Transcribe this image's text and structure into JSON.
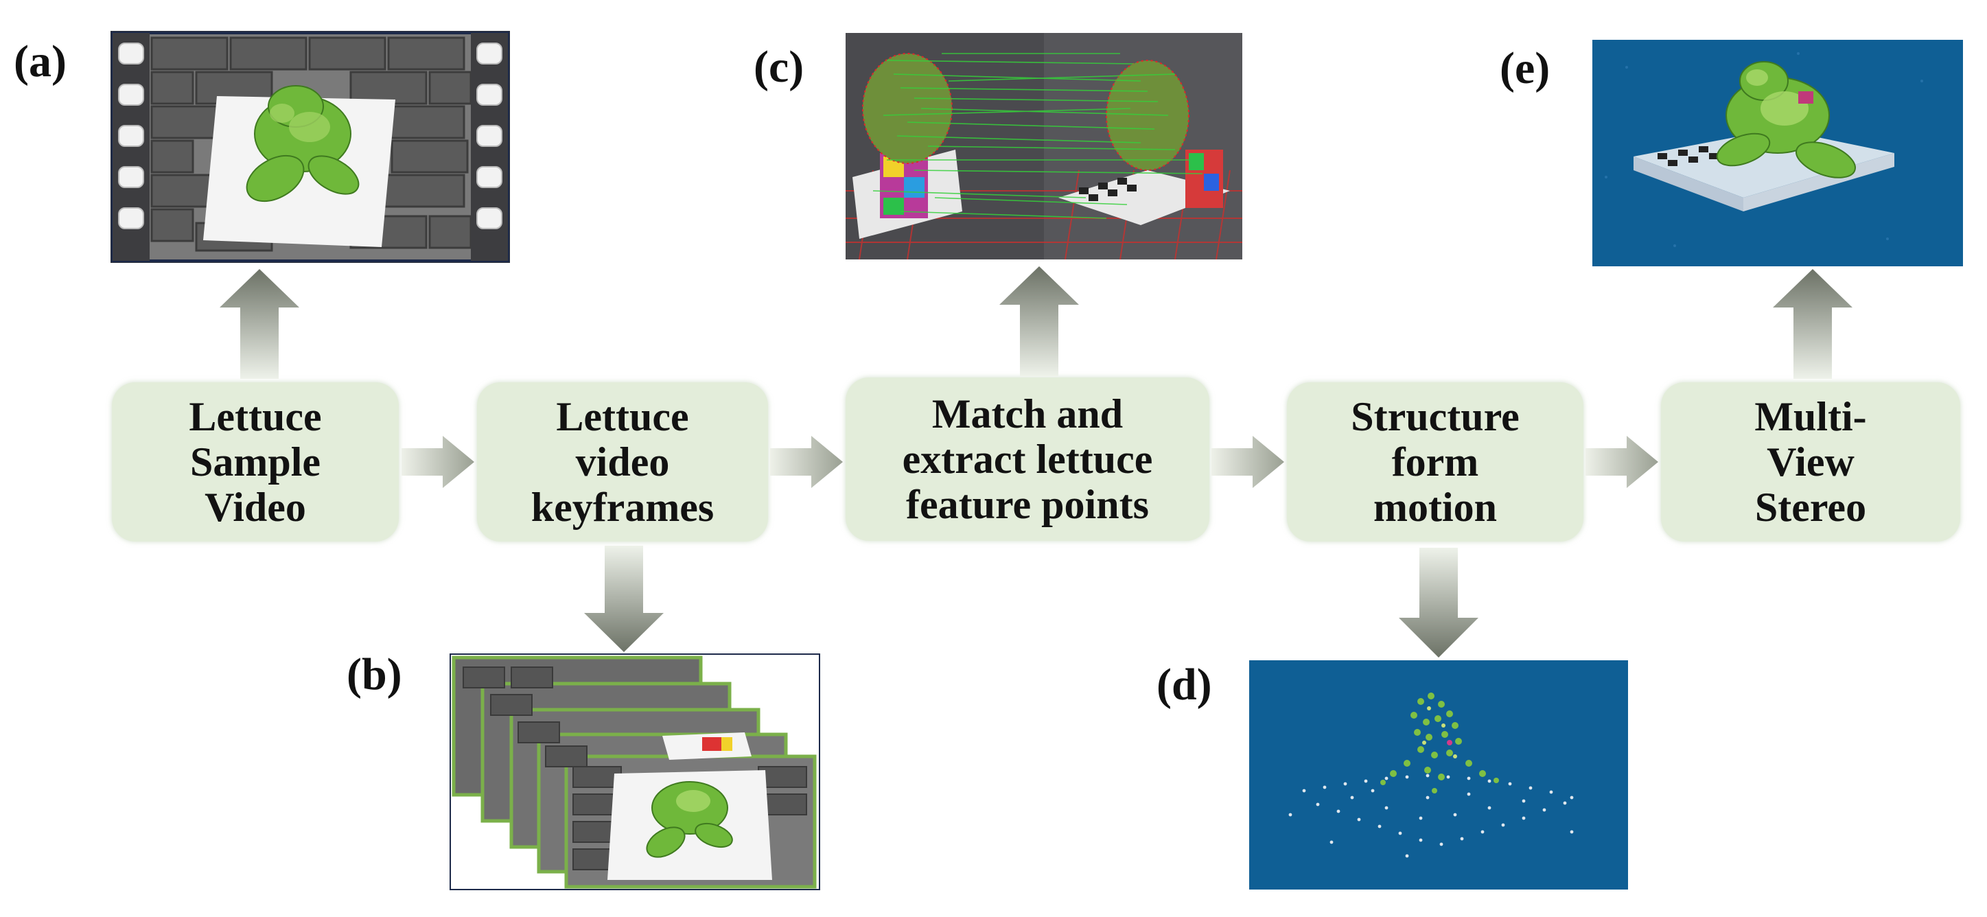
{
  "labels": {
    "a": "(a)",
    "b": "(b)",
    "c": "(c)",
    "d": "(d)",
    "e": "(e)"
  },
  "steps": [
    {
      "text": "Lettuce\nSample\nVideo"
    },
    {
      "text": "Lettuce\nvideo\nkeyframes"
    },
    {
      "text": "Match and\nextract lettuce\nfeature points"
    },
    {
      "text": "Structure\nform\nmotion"
    },
    {
      "text": "Multi-\nView\nStereo"
    }
  ],
  "colors": {
    "box_fill": "#e3edda",
    "arrow_dark": "#6e7468",
    "arrow_light": "#e9eee3",
    "point_cloud_bg": "#0f5f95",
    "lettuce_green": "#6fb83a",
    "keyframe_border": "#7bb04a",
    "feature_match_line": "#35d03a",
    "feature_point": "#e0262a"
  },
  "icons": {
    "a": "video-frame-icon",
    "b": "keyframe-stack-icon",
    "c": "feature-matching-image",
    "d": "sparse-point-cloud-image",
    "e": "dense-point-cloud-image"
  }
}
